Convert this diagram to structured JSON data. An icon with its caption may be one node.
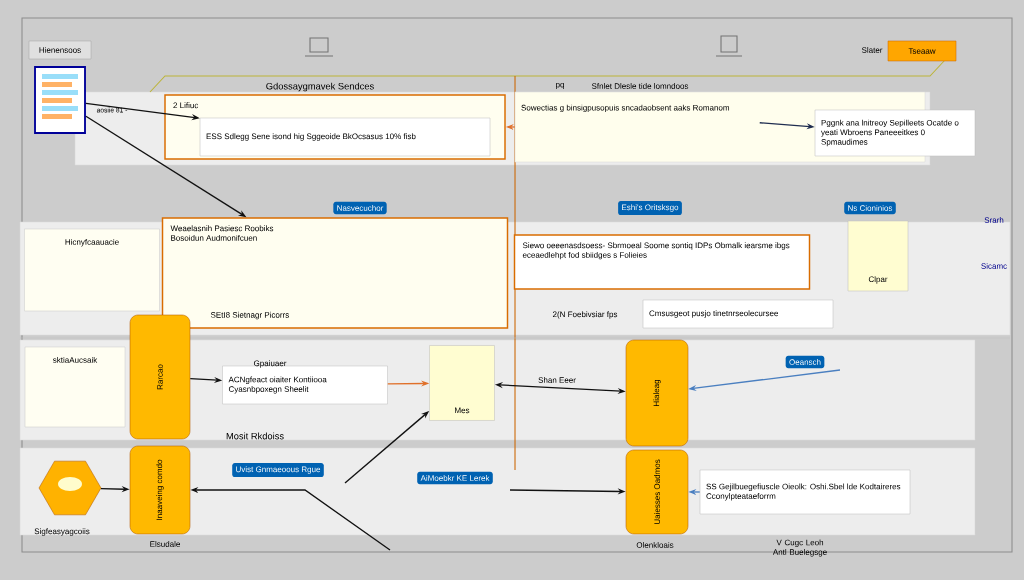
{
  "diagram": {
    "nodes": [
      {
        "text": [
          "Hienensoos"
        ]
      },
      {
        "text": [],
        "shape": "picture"
      },
      {
        "text": [
          "2 Lifiuc"
        ]
      },
      {
        "text": [
          "ESS Sdlegg Sene isond hig Sggeoide BkOcsasus 10% fisb"
        ],
        "in": 2
      },
      {
        "text": [
          "Sowectias g binsigpusopuis sncadaobsent aaks Romanom"
        ],
        "beside": [
          "pq",
          "Sfnlet Dlesle tide lomndoos"
        ]
      },
      {
        "text": [
          "Pggnk ana lnitreoy Sepilleets Ocatde o yeati Wbroens Paneeeitkes 0 Spmaudimes"
        ]
      },
      {
        "text": [
          "Tseaaw"
        ],
        "beside": [
          "Slater"
        ]
      },
      {
        "text": [
          "Hicnyfcaauacie"
        ]
      },
      {
        "text": [
          "Weaelasnih Pasiesc Roobiks",
          "Bosoidun Audmonifcuen",
          "SEtI8 Sietnagr Picorrs"
        ]
      },
      {
        "text": [
          "Siewo oeeenasdsoess- Sbrmoeal Soome sontiq IDPs Obmalk iearsme ibgs eceaedlehpt fod sbiidges s Folieies"
        ]
      },
      {
        "text": [
          "Clpar"
        ]
      },
      {
        "text": [
          "Cmsusgeot pusjo tinetnrseolecursee"
        ],
        "beside": [
          "2(N Foebivsiar fps"
        ]
      },
      {
        "text": [
          "sktiaAucsaik"
        ]
      },
      {
        "text": [
          "Rarcao"
        ]
      },
      {
        "text": [
          "ACNgfeact oiaiter Kontiiooa Cyasnbpoxegn Sheelit"
        ],
        "beside": [
          "Gpaiuaer"
        ]
      },
      {
        "text": [
          "Mes"
        ]
      },
      {
        "text": [
          "Hialeag"
        ]
      },
      {
        "text": [],
        "shape": "picture",
        "beside": [
          "Sigfeasyagcoiis"
        ]
      },
      {
        "text": [
          "Inaaveing comdo"
        ],
        "beside": [
          "Elsudale"
        ]
      },
      {
        "text": [
          "Uaiesses Oadmos"
        ],
        "beside": [
          "Olenkloais"
        ]
      },
      {
        "text": [
          "SS Gejilbuegefiuscle Oieolk: Oshi.Sbel lde Kodtaireres Cconylpteataeforrm"
        ]
      }
    ],
    "edges": [
      {
        "from": 1,
        "to": 3,
        "arrow": "to"
      },
      {
        "from": 1,
        "to": 8,
        "arrow": "to"
      },
      {
        "from": 4,
        "to": 2,
        "arrow": "to",
        "color": "#e0702a"
      },
      {
        "from": 4,
        "to": 5,
        "arrow": "to",
        "color": "#1f2d50"
      },
      {
        "from": 13,
        "to": 14,
        "arrow": "to"
      },
      {
        "from": 14,
        "to": 15,
        "arrow": "to",
        "color": "#e0702a"
      },
      {
        "from": 15,
        "to": 16,
        "arrow": "both"
      },
      {
        "from": null,
        "to": 16,
        "arrow": "to",
        "color": "#4a7fc0",
        "label": "Oeansch"
      },
      {
        "from": 17,
        "to": 18,
        "arrow": "to"
      },
      {
        "from": null,
        "to": 18,
        "arrow": "to",
        "label": "Uvist Gnmaeoous Rgue"
      },
      {
        "from": null,
        "to": 15,
        "arrow": "to"
      },
      {
        "from": null,
        "to": 19,
        "arrow": "to"
      },
      {
        "from": 20,
        "to": 19,
        "arrow": "to",
        "color": "#4a7fc0"
      }
    ],
    "labels": [
      "aosiie 81 -",
      "Gdossaygmavek Sendces",
      "Nasvecuchor",
      "Eshi's Oritsksgo",
      "Ns Cioninios",
      "Srarh",
      "Sicamc",
      "Shan Eeer",
      "Mosit Rkdoiss",
      "AiMoebkr KE Lerek",
      "V Cugc Leoh Antl Buelegsge"
    ]
  }
}
